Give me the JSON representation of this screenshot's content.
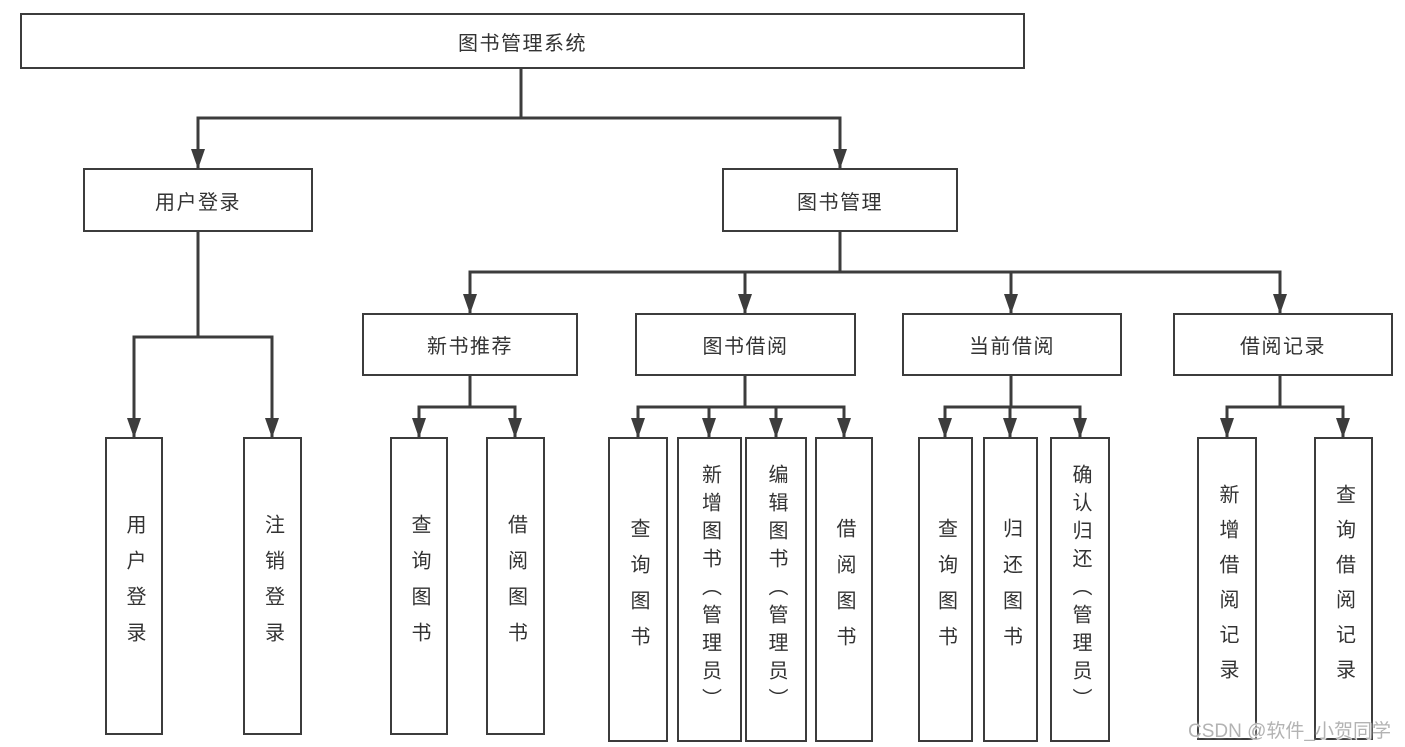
{
  "colors": {
    "line": "#3c3c3c",
    "box_border": "#3c3c3c",
    "box_background": "#ffffff",
    "text": "#333333",
    "watermark": "#b3b3b3",
    "background": "#ffffff"
  },
  "watermark": {
    "text": "CSDN @软件_小贺同学"
  },
  "diagram": {
    "type": "tree",
    "root": {
      "label": "图书管理系统",
      "children": [
        {
          "label": "用户登录",
          "children": [
            {
              "label": "用户登录"
            },
            {
              "label": "注销登录"
            }
          ]
        },
        {
          "label": "图书管理",
          "children": [
            {
              "label": "新书推荐",
              "children": [
                {
                  "label": "查询图书"
                },
                {
                  "label": "借阅图书"
                }
              ]
            },
            {
              "label": "图书借阅",
              "children": [
                {
                  "label": "查询图书"
                },
                {
                  "label": "新增图书（管理员）"
                },
                {
                  "label": "编辑图书（管理员）"
                },
                {
                  "label": "借阅图书"
                }
              ]
            },
            {
              "label": "当前借阅",
              "children": [
                {
                  "label": "查询图书"
                },
                {
                  "label": "归还图书"
                },
                {
                  "label": "确认归还（管理员）"
                }
              ]
            },
            {
              "label": "借阅记录",
              "children": [
                {
                  "label": "新增借阅记录"
                },
                {
                  "label": "查询借阅记录"
                }
              ]
            }
          ]
        }
      ]
    }
  }
}
